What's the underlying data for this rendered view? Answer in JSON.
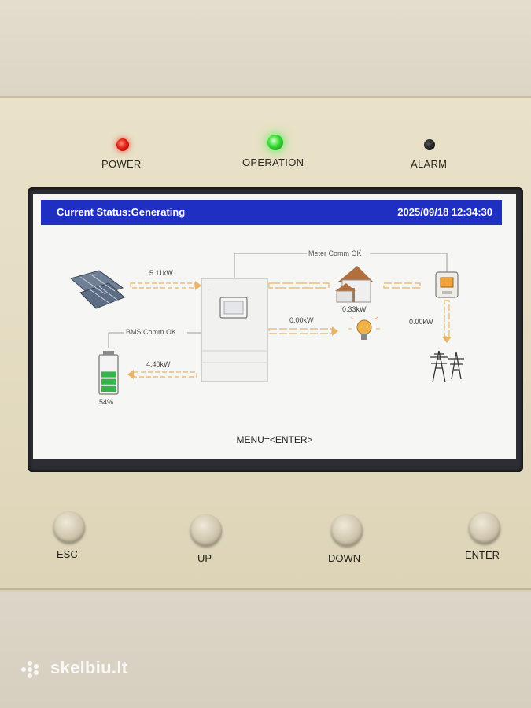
{
  "leds": {
    "power": {
      "label": "POWER",
      "state": "on",
      "color": "#e21d12"
    },
    "operation": {
      "label": "OPERATION",
      "state": "on",
      "color": "#3ee03a"
    },
    "alarm": {
      "label": "ALARM",
      "state": "off",
      "color": "#111111"
    }
  },
  "screen": {
    "status_title": "Current Status:Generating",
    "datetime": "2025/09/18 12:34:30",
    "accent": "#1f2fc2",
    "flow_color": "#e8b466",
    "menu_hint": "MENU=<ENTER>"
  },
  "energy_flow": {
    "pv_power": "5.11kW",
    "battery_power": "4.40kW",
    "battery_soc": "54%",
    "battery_soc_value": 0.54,
    "bms_status": "BMS Comm OK",
    "meter_status": "Meter Comm OK",
    "home_load": "0.33kW",
    "backup_load": "0.00kW",
    "grid_power": "0.00kW"
  },
  "buttons": {
    "esc": "ESC",
    "up": "UP",
    "down": "DOWN",
    "enter": "ENTER"
  },
  "watermark": "skelbiu.lt"
}
